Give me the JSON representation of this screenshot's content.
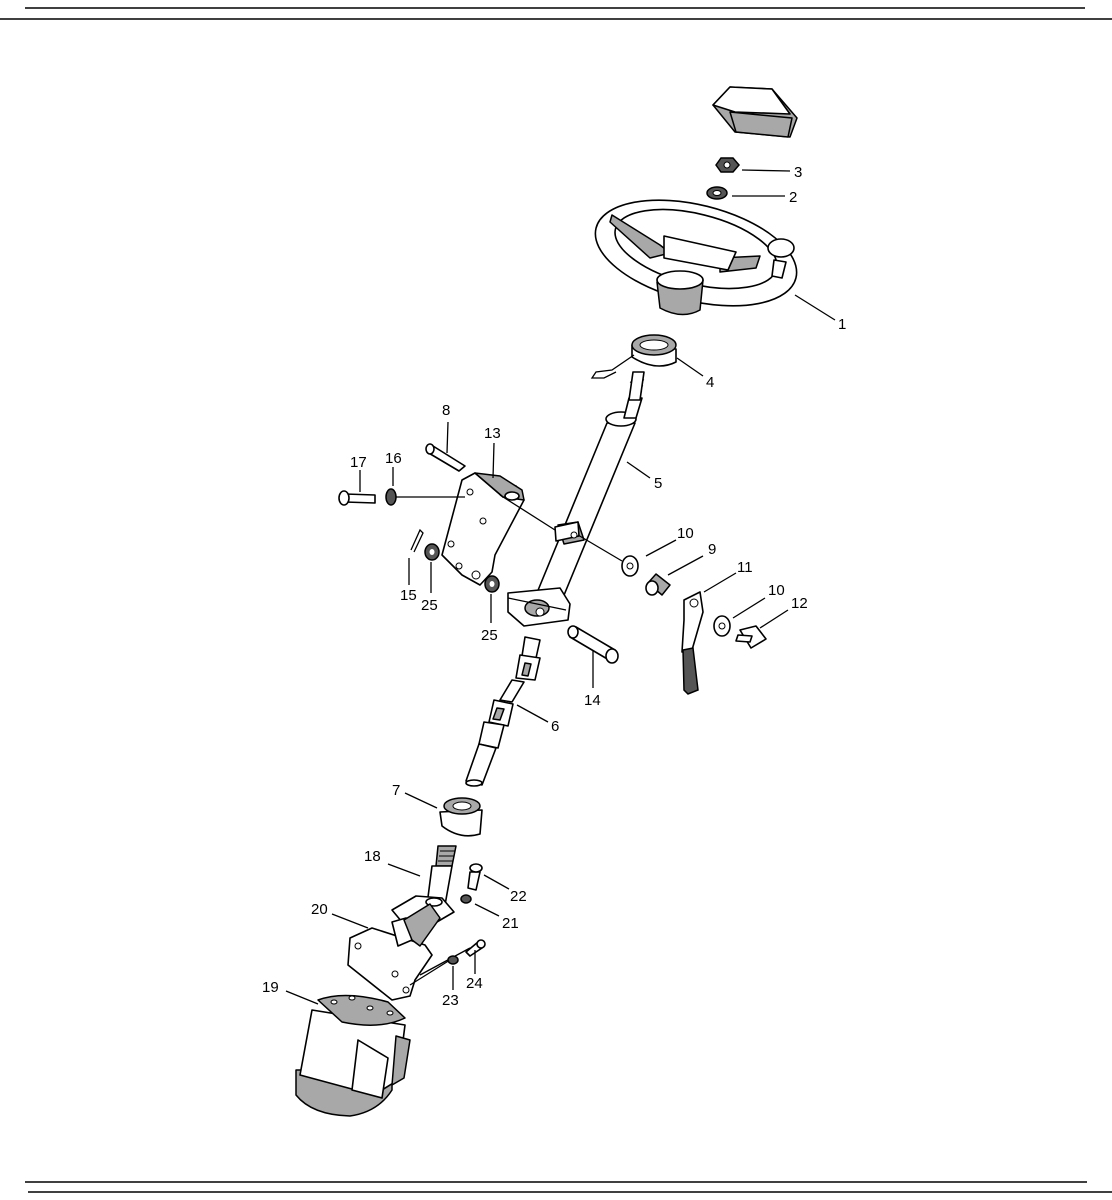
{
  "parts": {
    "p1": "1",
    "p2": "2",
    "p3": "3",
    "p4": "4",
    "p5": "5",
    "p6": "6",
    "p7": "7",
    "p8": "8",
    "p9": "9",
    "p10a": "10",
    "p10b": "10",
    "p11": "11",
    "p12": "12",
    "p13": "13",
    "p14": "14",
    "p15": "15",
    "p16": "16",
    "p17": "17",
    "p18": "18",
    "p19": "19",
    "p20": "20",
    "p21": "21",
    "p22": "22",
    "p23": "23",
    "p24": "24",
    "p25a": "25",
    "p25b": "25"
  }
}
